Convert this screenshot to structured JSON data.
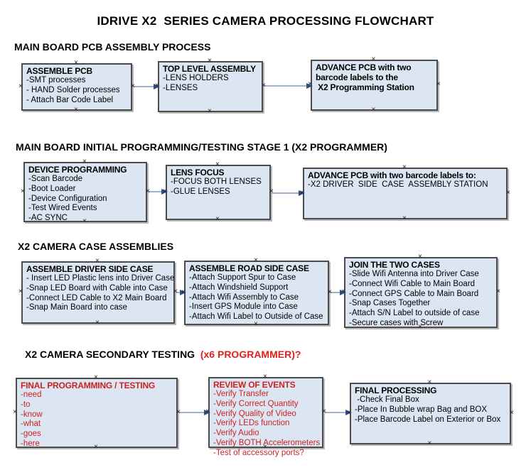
{
  "title": "IDRIVE X2  SERIES CAMERA PROCESSING FLOWCHART",
  "colors": {
    "box_fill": "#dce6f2",
    "box_border": "#4b4b4b",
    "arrow_line": "#9fb3ce",
    "arrow_head": "#2e4d86",
    "red_text": "#cc2222",
    "heading_accent_red": "#e0201c",
    "text": "#000000",
    "background": "#ffffff"
  },
  "sections": [
    {
      "heading": "MAIN BOARD PCB ASSEMBLY PROCESS",
      "boxes": [
        {
          "title": "ASSEMBLE PCB",
          "lines": [
            "-SMT processes",
            "- HAND Solder processes",
            "- Attach Bar Code Label"
          ]
        },
        {
          "title": "TOP LEVEL ASSEMBLY",
          "lines": [
            "-LENS HOLDERS",
            "-LENSES"
          ]
        },
        {
          "title": "ADVANCE PCB with two\nbarcode labels to the\n X2 Programming Station",
          "lines": []
        }
      ]
    },
    {
      "heading": "MAIN BOARD INITIAL PROGRAMMING/TESTING STAGE 1 (X2 PROGRAMMER)",
      "boxes": [
        {
          "title": "DEVICE PROGRAMMING",
          "lines": [
            "-Scan Barcode",
            "-Boot Loader",
            "-Device Configuration",
            "-Test Wired Events",
            "-AC SYNC"
          ]
        },
        {
          "title": "LENS FOCUS",
          "lines": [
            "-FOCUS BOTH LENSES",
            "-GLUE LENSES"
          ]
        },
        {
          "title": "ADVANCE PCB with two barcode labels to:",
          "lines": [
            "-X2 DRIVER  SIDE  CASE  ASSEMBLY STATION"
          ]
        }
      ]
    },
    {
      "heading": "X2 CAMERA CASE ASSEMBLIES",
      "boxes": [
        {
          "title": "ASSEMBLE DRIVER SIDE CASE",
          "lines": [
            "- Insert LED Plastic lens into Driver Case",
            "-Snap LED Board with Cable into Case",
            "-Connect LED Cable to X2 Main Board",
            "-Snap Main Board into case"
          ]
        },
        {
          "title": "ASSEMBLE ROAD SIDE CASE",
          "lines": [
            "-Attach Support Spur to Case",
            "-Attach Windshield Support",
            "-Attach Wifi Assembly to Case",
            "-Insert GPS Module into Case",
            "-Attach Wifi Label to Outside of Case"
          ]
        },
        {
          "title": "JOIN THE TWO CASES",
          "lines": [
            "-Slide Wifi Antenna into Driver Case",
            "-Connect Wifi Cable to Main Board",
            "-Connect GPS Cable to Main Board",
            "-Snap Cases Together",
            "-Attach S/N Label to outside of case",
            "-Secure cases with Screw"
          ]
        }
      ]
    },
    {
      "heading": "X2 CAMERA SECONDARY TESTING ",
      "heading_accent": " (x6 PROGRAMMER)?",
      "boxes": [
        {
          "title": "FINAL PROGRAMMING / TESTING",
          "text_color": "red",
          "lines": [
            "-need",
            "-to",
            "-know",
            "-what",
            "-goes",
            "-here"
          ]
        },
        {
          "title": "REVIEW OF EVENTS",
          "text_color": "red",
          "lines": [
            "-Verify Transfer",
            "-Verify Correct Quantity",
            "-Verify Quality of Video",
            "-Verify LEDs function",
            "-Verify Audio",
            "-Verify BOTH Accelerometers",
            "-Test of accessory ports?"
          ]
        },
        {
          "title": "FINAL PROCESSING",
          "lines": [
            " -Check Final Box",
            "-Place In Bubble wrap Bag and BOX",
            "-Place Barcode Label on Exterior or Box"
          ]
        }
      ]
    }
  ]
}
